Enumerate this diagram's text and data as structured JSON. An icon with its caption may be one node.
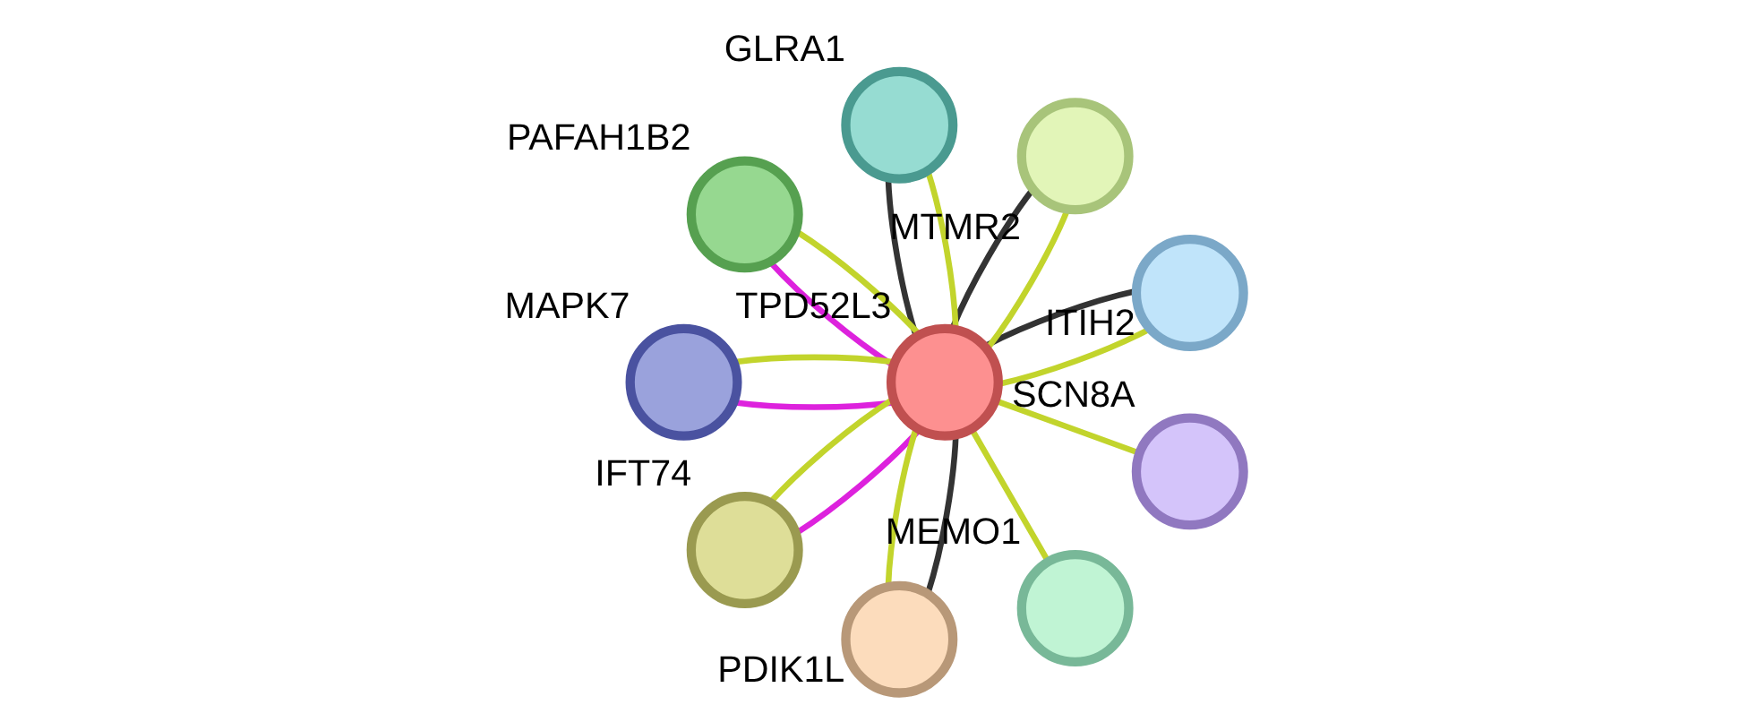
{
  "diagram": {
    "nodes": [
      {
        "text": [],
        "shape": "circle",
        "beside": [
          "ITIH2"
        ]
      },
      {
        "text": [],
        "shape": "circle",
        "beside": [
          "MTMR2"
        ]
      },
      {
        "text": [],
        "shape": "circle",
        "beside": [
          "GLRA1"
        ]
      },
      {
        "text": [],
        "shape": "circle",
        "beside": [
          "PAFAH1B2"
        ]
      },
      {
        "text": [],
        "shape": "circle",
        "beside": [
          "MAPK7"
        ]
      },
      {
        "text": [],
        "shape": "circle",
        "beside": [
          "TPD52L3"
        ]
      },
      {
        "text": [],
        "shape": "circle",
        "beside": [
          "IFT74"
        ]
      },
      {
        "text": [],
        "shape": "circle",
        "beside": [
          "PDIK1L"
        ]
      },
      {
        "text": [],
        "shape": "circle",
        "beside": [
          "MEMO1"
        ]
      },
      {
        "text": [],
        "shape": "circle",
        "beside": [
          "SCN8A"
        ]
      }
    ],
    "edges": [
      {
        "from": 5,
        "to": 0,
        "arrow": "none",
        "color": "#333333"
      },
      {
        "from": 5,
        "to": 0,
        "arrow": "none"
      },
      {
        "from": 5,
        "to": 1,
        "arrow": "none",
        "color": "#333333"
      },
      {
        "from": 5,
        "to": 1,
        "arrow": "none"
      },
      {
        "from": 5,
        "to": 2,
        "arrow": "none",
        "color": "#333333"
      },
      {
        "from": 5,
        "to": 2,
        "arrow": "none"
      },
      {
        "from": 5,
        "to": 3,
        "arrow": "none",
        "color": "#dd22dd"
      },
      {
        "from": 5,
        "to": 3,
        "arrow": "none"
      },
      {
        "from": 5,
        "to": 4,
        "arrow": "none",
        "color": "#dd22dd"
      },
      {
        "from": 5,
        "to": 4,
        "arrow": "none"
      },
      {
        "from": 5,
        "to": 6,
        "arrow": "none",
        "color": "#dd22dd"
      },
      {
        "from": 5,
        "to": 6,
        "arrow": "none"
      },
      {
        "from": 5,
        "to": 7,
        "arrow": "none",
        "color": "#333333"
      },
      {
        "from": 5,
        "to": 7,
        "arrow": "none"
      },
      {
        "from": 5,
        "to": 8,
        "arrow": "none"
      },
      {
        "from": 5,
        "to": 9,
        "arrow": "none"
      }
    ]
  }
}
